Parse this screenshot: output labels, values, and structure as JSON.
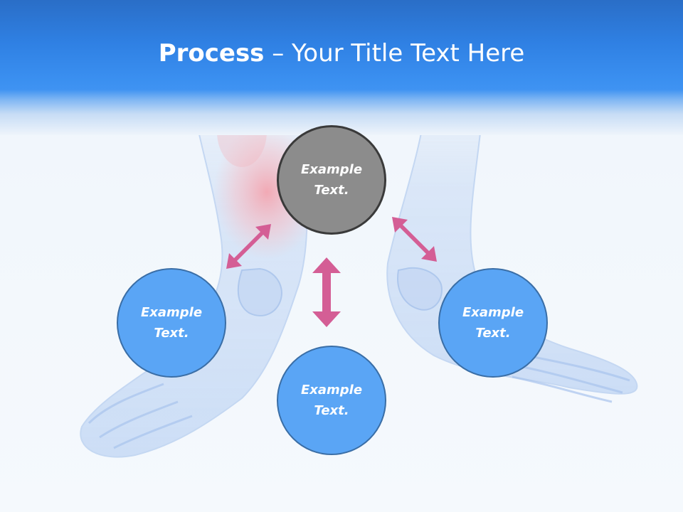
{
  "title": {
    "bold": "Process",
    "rest": " – Your Title Text Here"
  },
  "nodes": {
    "top": {
      "line1": "Example",
      "line2": "Text."
    },
    "left": {
      "line1": "Example",
      "line2": "Text."
    },
    "bottom": {
      "line1": "Example",
      "line2": "Text."
    },
    "right": {
      "line1": "Example",
      "line2": "Text."
    }
  },
  "colors": {
    "header": "#2f80e3",
    "node_center": "#8c8c8c",
    "node_blue": "#5aa5f5",
    "arrow": "#d45e95"
  }
}
